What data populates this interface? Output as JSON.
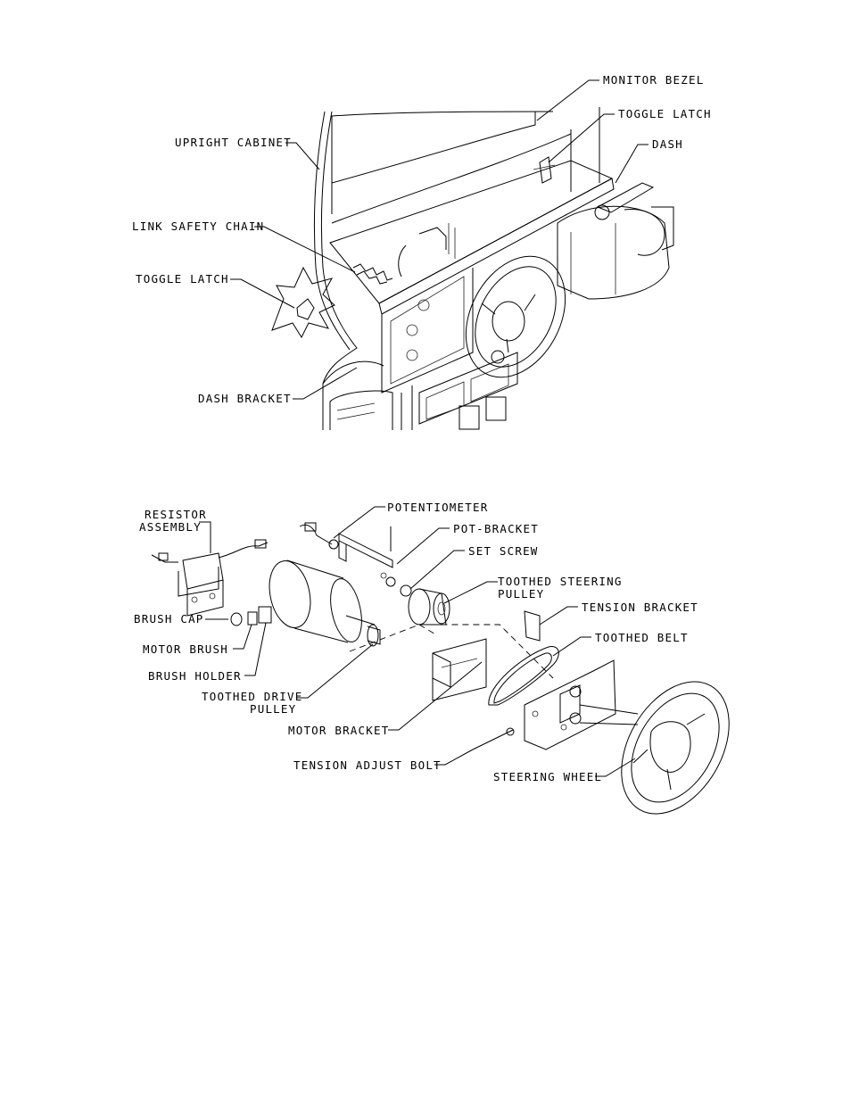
{
  "figure_top": {
    "labels": {
      "monitor_bezel": "MONITOR BEZEL",
      "toggle_latch_top": "TOGGLE LATCH",
      "dash": "DASH",
      "upright_cabinet": "UPRIGHT CABINET",
      "link_safety_chain": "LINK SAFETY CHAIN",
      "toggle_latch_left": "TOGGLE LATCH",
      "dash_bracket": "DASH BRACKET"
    }
  },
  "figure_bottom": {
    "labels": {
      "resistor_assembly_1": "RESISTOR",
      "resistor_assembly_2": "ASSEMBLY",
      "potentiometer": "POTENTIOMETER",
      "pot_bracket": "POT-BRACKET",
      "set_screw": "SET SCREW",
      "toothed_steering_pulley_1": "TOOTHED STEERING",
      "toothed_steering_pulley_2": "PULLEY",
      "tension_bracket": "TENSION BRACKET",
      "toothed_belt": "TOOTHED BELT",
      "brush_cap": "BRUSH CAP",
      "motor_brush": "MOTOR BRUSH",
      "brush_holder": "BRUSH HOLDER",
      "toothed_drive_pulley_1": "TOOTHED DRIVE",
      "toothed_drive_pulley_2": "PULLEY",
      "motor_bracket": "MOTOR BRACKET",
      "tension_adjust_bolt": "TENSION ADJUST BOLT",
      "steering_wheel": "STEERING WHEEL"
    }
  }
}
